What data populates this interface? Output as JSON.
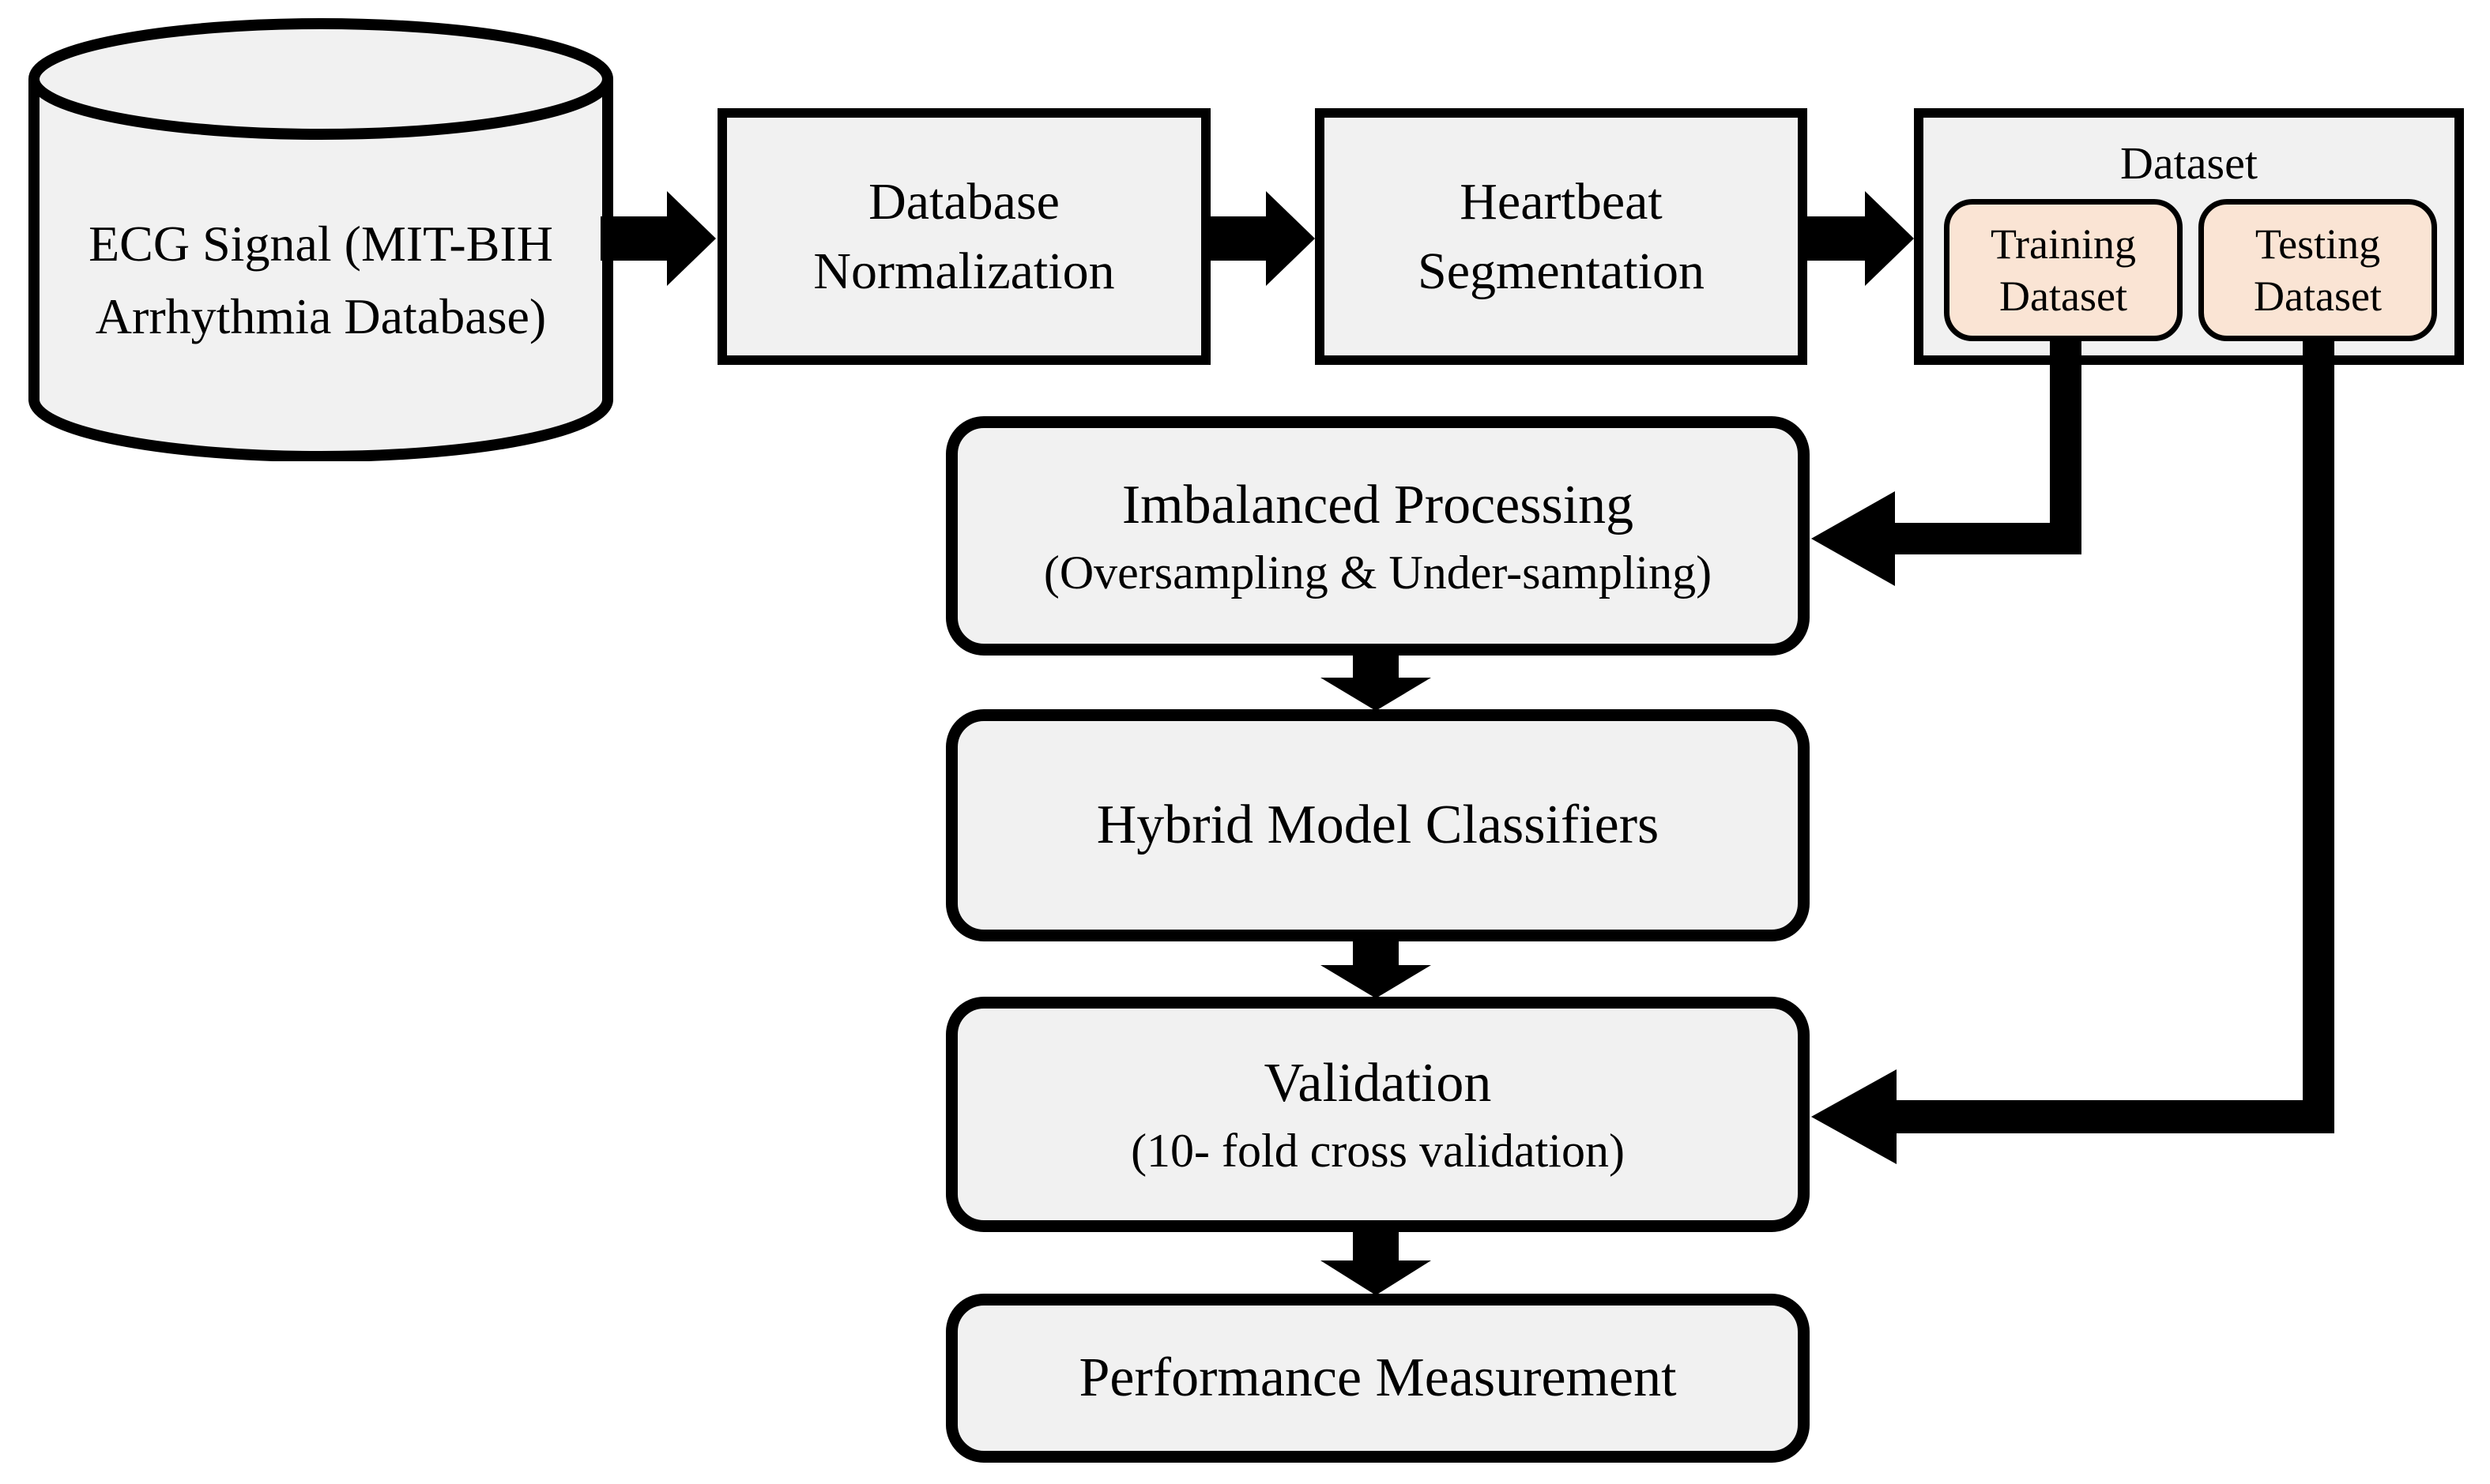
{
  "diagram": {
    "colors": {
      "box_fill": "#f1f1f1",
      "pill_fill": "#fae4d4",
      "stroke": "#000000",
      "background": "#ffffff"
    },
    "source_db": {
      "line1": "ECG Signal (MIT-BIH",
      "line2": "Arrhythmia Database)"
    },
    "top_row": {
      "database_normalization": {
        "line1": "Database",
        "line2": "Normalization"
      },
      "heartbeat_segmentation": {
        "line1": "Heartbeat",
        "line2": "Segmentation"
      },
      "dataset": {
        "title": "Dataset",
        "training": {
          "line1": "Training",
          "line2": "Dataset"
        },
        "testing": {
          "line1": "Testing",
          "line2": "Dataset"
        }
      }
    },
    "pipeline": {
      "imbalanced_processing": {
        "title": "Imbalanced Processing",
        "subtitle": "(Oversampling & Under-sampling)"
      },
      "hybrid_model_classifiers": {
        "title": "Hybrid Model Classifiers"
      },
      "validation": {
        "title": "Validation",
        "subtitle": "(10- fold cross validation)"
      },
      "performance_measurement": {
        "title": "Performance Measurement"
      }
    }
  }
}
